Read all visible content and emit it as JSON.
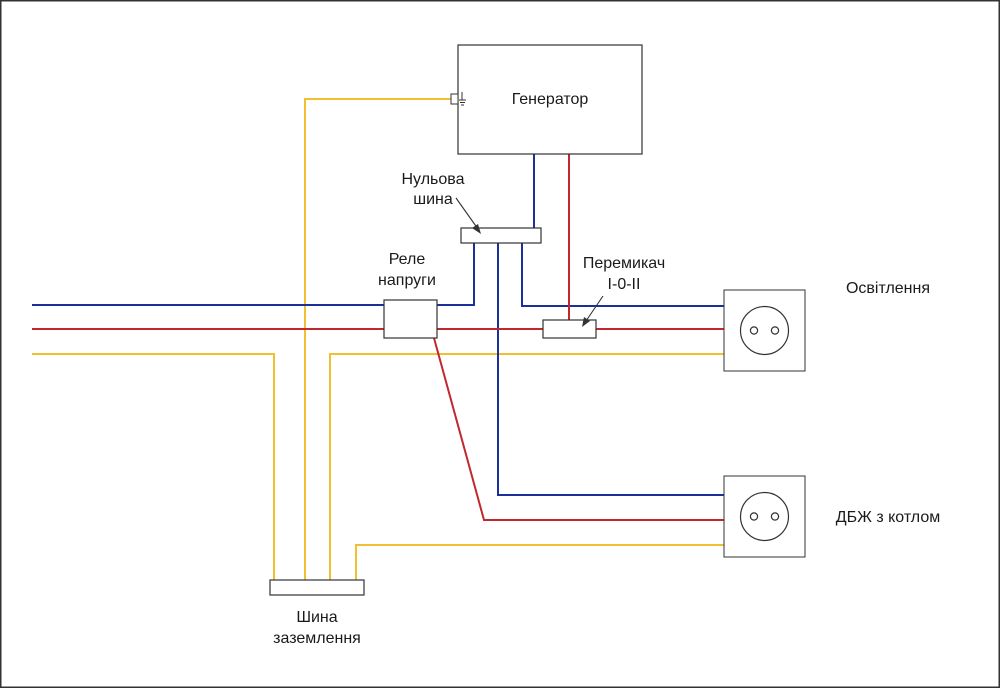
{
  "diagram": {
    "labels": {
      "generator": "Генератор",
      "neutral_bus_line1": "Нульова",
      "neutral_bus_line2": "шина",
      "voltage_relay_line1": "Реле",
      "voltage_relay_line2": "напруги",
      "switch_line1": "Перемикач",
      "switch_line2": "I-0-II",
      "lighting": "Освітлення",
      "ups_boiler": "ДБЖ з котлом",
      "ground_bus_line1": "Шина",
      "ground_bus_line2": "заземлення"
    },
    "colors": {
      "neutral_wire": "#1a2f9a",
      "phase_wire": "#c0282d",
      "ground_wire": "#f0c030",
      "outline": "#333333",
      "background": "#ffffff"
    },
    "icons": {
      "generator_ground_terminal": "ground-terminal-icon",
      "outlet": "power-socket-icon"
    }
  }
}
